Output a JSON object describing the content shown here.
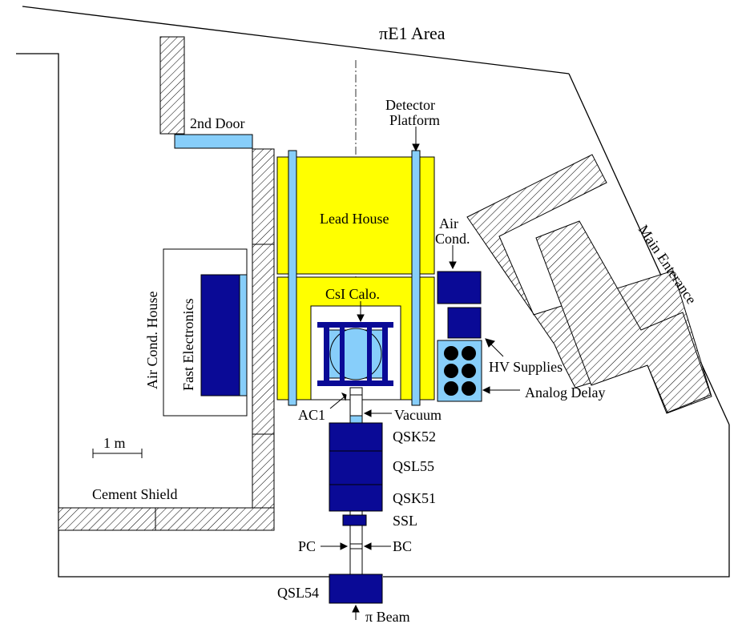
{
  "title": "πE1 Area",
  "labels": {
    "second_door": "2nd Door",
    "detector_platform_1": "Detector",
    "detector_platform_2": "Platform",
    "lead_house": "Lead House",
    "csi_calo": "CsI  Calo.",
    "air_cond_1": "Air",
    "air_cond_2": "Cond.",
    "hv_supplies": "HV Supplies",
    "analog_delay": "Analog Delay",
    "main_entrance": "Main Enterance",
    "air_cond_house": "Air Cond. House",
    "fast_electronics": "Fast Electronics",
    "scale_bar": "1 m",
    "cement_shield": "Cement Shield",
    "ac1": "AC1",
    "vacuum": "Vacuum",
    "qsk52": "QSK52",
    "qsl55": "QSL55",
    "qsk51": "QSK51",
    "ssl": "SSL",
    "pc": "PC",
    "bc": "BC",
    "qsl54": "QSL54",
    "pi_beam": "π  Beam"
  },
  "colors": {
    "yellow": "#ffff00",
    "light_blue": "#87cefa",
    "dark_blue": "#0a0a96",
    "black": "#000000"
  }
}
